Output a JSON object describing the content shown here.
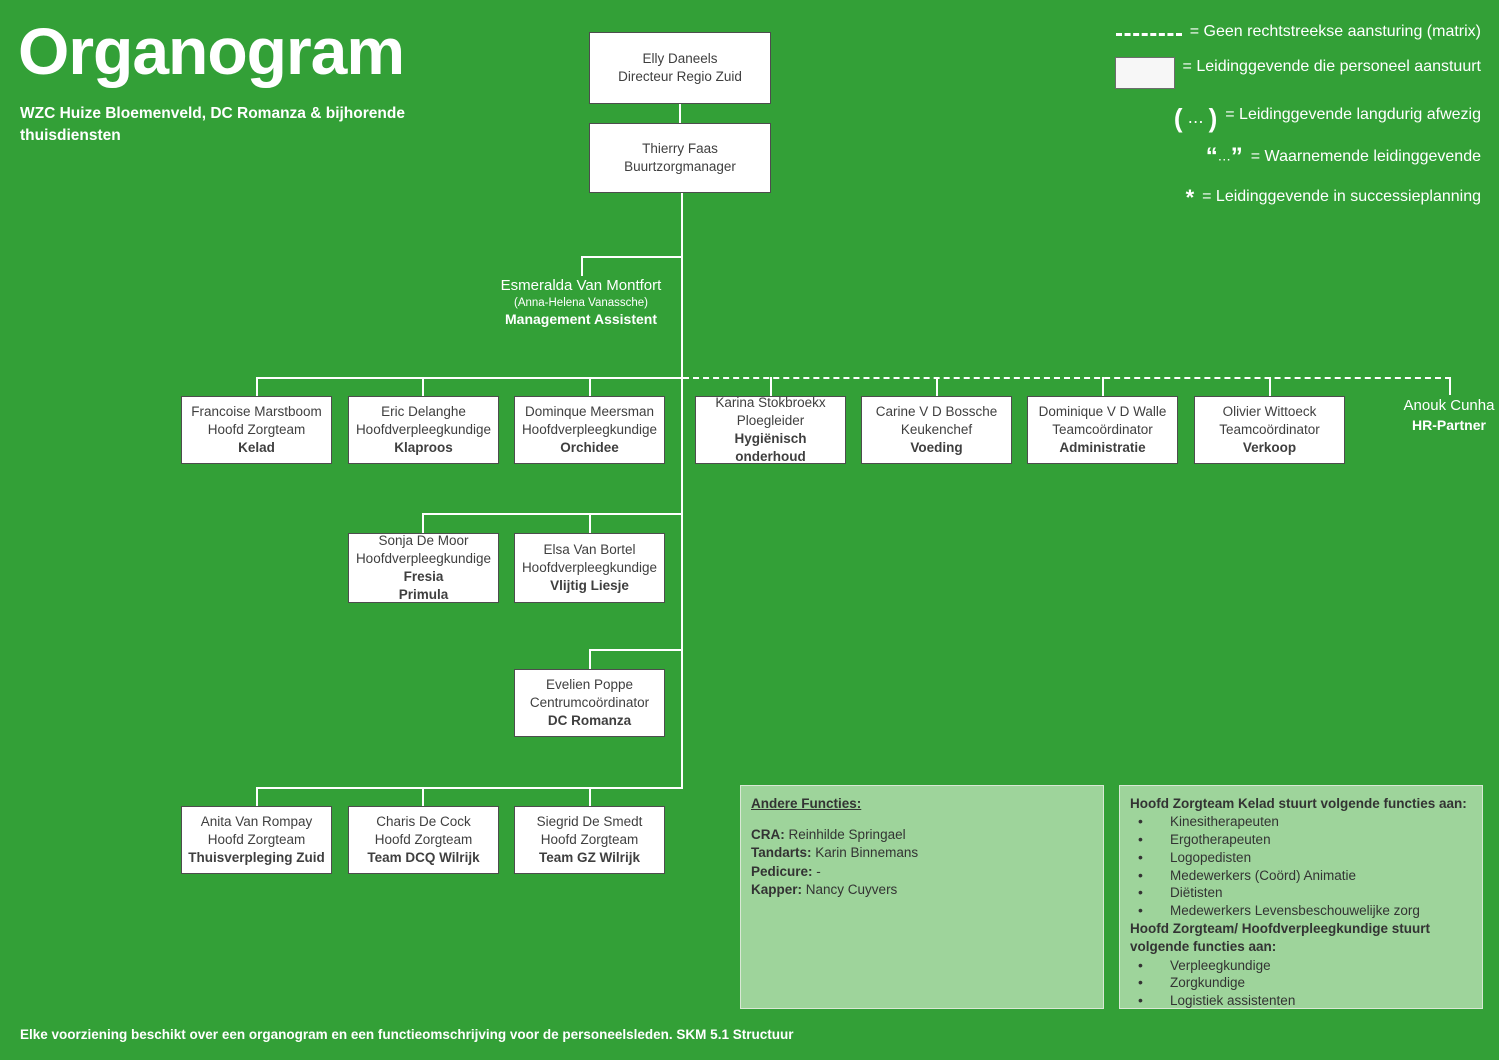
{
  "header": {
    "title": "Organogram",
    "subtitle": "WZC Huize Bloemenveld, DC Romanza & bijhorende thuisdiensten"
  },
  "footer": {
    "text": "Elke voorziening beschikt over een organogram en een functieomschrijving voor de personeelsleden. SKM 5.1 Structuur"
  },
  "colors": {
    "background": "#33a037",
    "node_fill": "#ffffff",
    "node_border": "#4d4d4d",
    "panel_fill": "#9ed49b",
    "text_on_green": "#ffffff",
    "node_text": "#3f3f3f"
  },
  "legend": [
    {
      "symbol": "dashed-line",
      "text": "= Geen rechtstreekse aansturing (matrix)"
    },
    {
      "symbol": "white-box",
      "text": "= Leidinggevende die personeel aanstuurt"
    },
    {
      "symbol": "parentheses",
      "text": "= Leidinggevende langdurig afwezig"
    },
    {
      "symbol": "quotes",
      "text": "= Waarnemende leidinggevende"
    },
    {
      "symbol": "asterisk",
      "text": "= Leidinggevende in successieplanning"
    }
  ],
  "nodes": {
    "director": {
      "l1": "Elly Daneels",
      "l2": "Directeur Regio Zuid"
    },
    "buurtzorg": {
      "l1": "Thierry Faas",
      "l2": "Buurtzorgmanager"
    },
    "mgmt_assistent": {
      "p1": "Esmeralda Van Montfort",
      "p2": "(Anna-Helena Vanassche)",
      "p3": "Management Assistent"
    },
    "hr_partner": {
      "p1": "Anouk Cunha",
      "p3": "HR-Partner"
    },
    "kelad": {
      "l1": "Francoise Marstboom",
      "l2": "Hoofd Zorgteam",
      "l3": "Kelad"
    },
    "klaproos": {
      "l1": "Eric Delanghe",
      "l2": "Hoofdverpleegkundige",
      "l3": "Klaproos"
    },
    "orchidee": {
      "l1": "Dominque Meersman",
      "l2": "Hoofdverpleegkundige",
      "l3": "Orchidee"
    },
    "hygienisch": {
      "l1": "Karina Stokbroekx",
      "l2": "Ploegleider",
      "l3": "Hygiënisch",
      "l4": "onderhoud"
    },
    "voeding": {
      "l1": "Carine V D Bossche",
      "l2": "Keukenchef",
      "l3": "Voeding"
    },
    "administratie": {
      "l1": "Dominique V D Walle",
      "l2": "Teamcoördinator",
      "l3": "Administratie"
    },
    "verkoop": {
      "l1": "Olivier Wittoeck",
      "l2": "Teamcoördinator",
      "l3": "Verkoop"
    },
    "fresia": {
      "l1": "Sonja De Moor",
      "l2": "Hoofdverpleegkundige",
      "l3": "Fresia",
      "l4": "Primula"
    },
    "vlijtig_liesje": {
      "l1": "Elsa Van Bortel",
      "l2": "Hoofdverpleegkundige",
      "l3": "Vlijtig Liesje"
    },
    "dc_romanza": {
      "l1": "Evelien Poppe",
      "l2": "Centrumcoördinator",
      "l3": "DC Romanza"
    },
    "thuisverpleging": {
      "l1": "Anita Van Rompay",
      "l2": "Hoofd Zorgteam",
      "l3": "Thuisverpleging Zuid"
    },
    "team_dcq": {
      "l1": "Charis De Cock",
      "l2": "Hoofd Zorgteam",
      "l3": "Team DCQ Wilrijk"
    },
    "team_gz": {
      "l1": "Siegrid De Smedt",
      "l2": "Hoofd Zorgteam",
      "l3": "Team GZ Wilrijk"
    }
  },
  "panels": {
    "andere_functies": {
      "title": "Andere Functies:",
      "rows": [
        {
          "label": "CRA:",
          "value": "Reinhilde Springael"
        },
        {
          "label": "Tandarts:",
          "value": "Karin Binnemans"
        },
        {
          "label": "Pedicure:",
          "value": "-"
        },
        {
          "label": "Kapper:",
          "value": "Nancy Cuyvers"
        }
      ]
    },
    "aansturing": {
      "title1": "Hoofd Zorgteam Kelad stuurt volgende functies aan:",
      "items1": [
        "Kinesitherapeuten",
        "Ergotherapeuten",
        "Logopedisten",
        "Medewerkers (Coörd) Animatie",
        "Diëtisten",
        "Medewerkers Levensbeschouwelijke zorg"
      ],
      "title2": "Hoofd Zorgteam/ Hoofdverpleegkundige stuurt volgende functies aan:",
      "items2": [
        "Verpleegkundige",
        "Zorgkundige",
        "Logistiek assistenten"
      ]
    }
  }
}
